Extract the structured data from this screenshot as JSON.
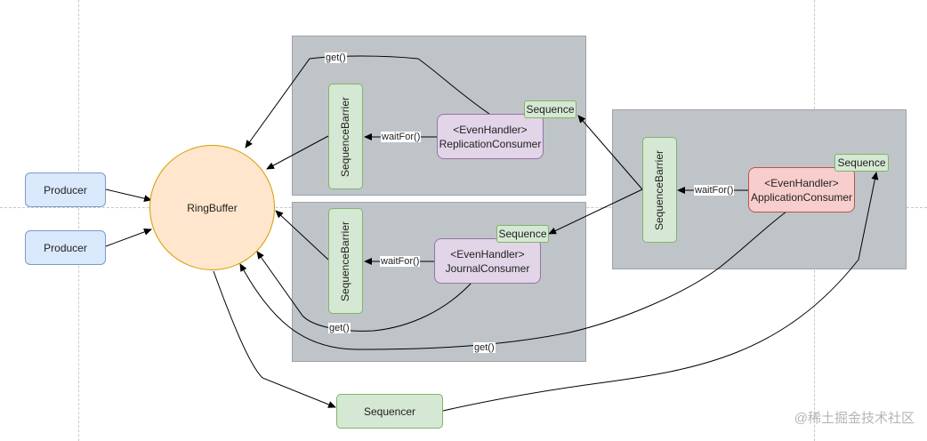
{
  "nodes": {
    "producer_1": "Producer",
    "producer_2": "Producer",
    "ring_buffer": "RingBuffer",
    "sequencer": "Sequencer",
    "replication": {
      "barrier": "SequenceBarrier",
      "handler_line1": "<EvenHandler>",
      "handler_line2": "ReplicationConsumer",
      "sequence": "Sequence",
      "wait_label": "waitFor()",
      "get_label": "get()"
    },
    "journal": {
      "barrier": "SequenceBarrier",
      "handler_line1": "<EvenHandler>",
      "handler_line2": "JournalConsumer",
      "sequence": "Sequence",
      "wait_label": "waitFor()",
      "get_label": "get()"
    },
    "application": {
      "barrier": "SequenceBarrier",
      "handler_line1": "<EvenHandler>",
      "handler_line2": "ApplicationConsumer",
      "sequence": "Sequence",
      "wait_label": "waitFor()",
      "get_label": "get()"
    }
  },
  "watermark": "@稀土掘金技术社区",
  "colors": {
    "group_fill": "#bfc4c9",
    "producer_fill": "#dae8fc",
    "barrier_fill": "#d5e8d4",
    "handler_fill": "#e1d5e7",
    "app_handler_fill": "#f8cecc",
    "ring_fill": "#ffe6cc",
    "ring_stroke": "#d79b00"
  }
}
